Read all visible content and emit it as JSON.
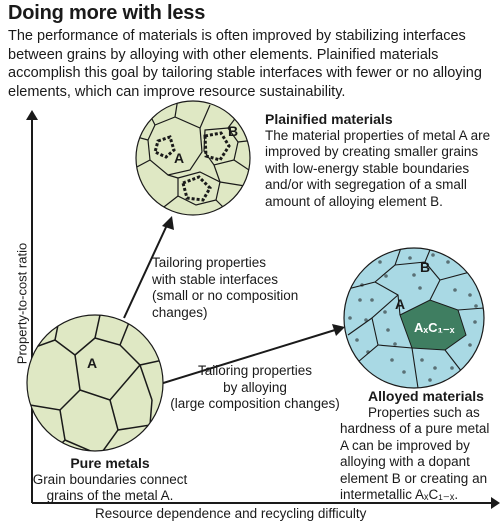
{
  "title": "Doing more with less",
  "intro": "The performance of materials is often improved by stabilizing interfaces between grains by alloying with other elements. Plainified materials accomplish this goal by tailoring stable interfaces with fewer or no alloying elements, which can improve resource sustainability.",
  "axes": {
    "y_label": "Property-to-cost ratio",
    "x_label": "Resource dependence and recycling difficulty"
  },
  "plainified": {
    "heading": "Plainified materials",
    "lines": [
      "The material properties of metal A are",
      "improved by creating smaller grains",
      "with low-energy stable boundaries",
      "and/or with segregation of a small",
      "amount of alloying element B."
    ],
    "grain_a": "A",
    "grain_b": "B"
  },
  "pure": {
    "heading": "Pure metals",
    "lines": [
      "Grain boundaries connect",
      "grains of the metal A."
    ],
    "grain_a": "A"
  },
  "alloyed": {
    "heading": "Alloyed materials",
    "lines": [
      "Properties such as",
      "hardness of a pure metal",
      "A can be improved by",
      "alloying with a dopant",
      "element B or creating an",
      "intermetallic AₓC₁₋ₓ."
    ],
    "grain_a": "A",
    "grain_b": "B",
    "intermetallic": "AₓC₁₋ₓ"
  },
  "arrows": {
    "stable": [
      "Tailoring properties",
      "with stable interfaces",
      "(small or no composition",
      "changes)"
    ],
    "alloying": [
      "Tailoring properties",
      "by alloying",
      "(large composition changes)"
    ]
  },
  "colors": {
    "grain_fill": "#dfe8c4",
    "alloy_fill": "#a9d9e4",
    "intermetallic_fill": "#3f7e61",
    "ink": "#1a1a1a"
  }
}
